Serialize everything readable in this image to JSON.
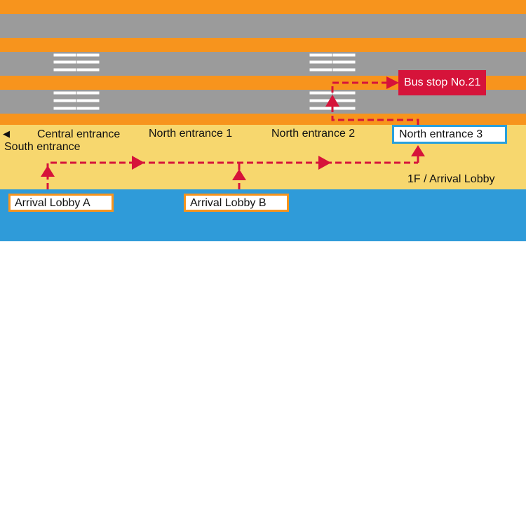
{
  "map": {
    "entrances": {
      "south_arrow": "◀",
      "south": "South entrance",
      "central": "Central entrance",
      "north1": "North entrance 1",
      "north2": "North entrance 2",
      "north3": "North entrance 3"
    },
    "floor_label": "1F / Arrival Lobby",
    "lobbies": {
      "a": "Arrival Lobby A",
      "b": "Arrival Lobby B"
    },
    "bus_stop": "Bus stop No.21",
    "colors": {
      "road": "#9b9b9b",
      "median": "#f7941d",
      "sidewalk": "#f7d76e",
      "terminal": "#2f9bd9",
      "route": "#d6133a",
      "crosswalk": "#ffffff",
      "lobby_border": "#f7941d",
      "north3_border": "#29a0dc"
    }
  }
}
